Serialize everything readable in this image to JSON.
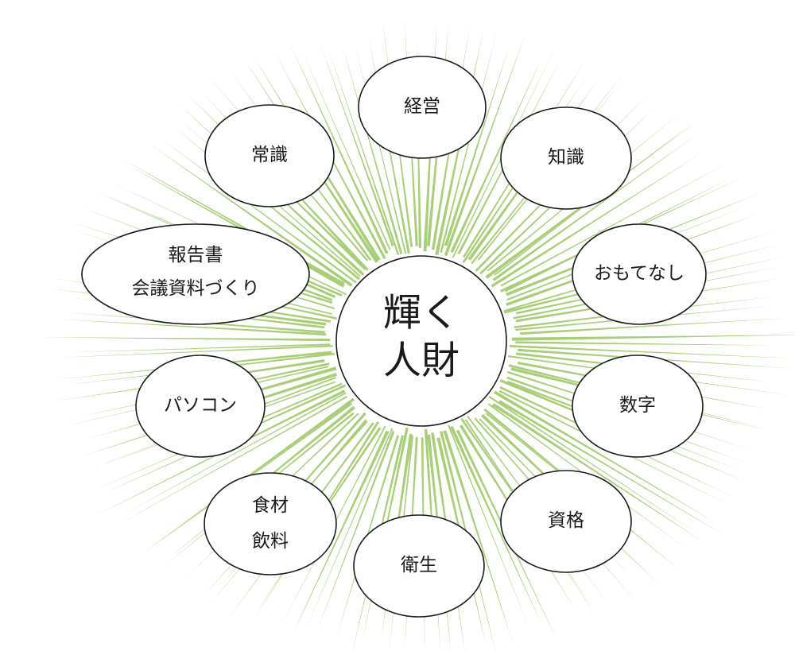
{
  "colors": {
    "rays": "#a8cf78",
    "node_stroke": "#1a1a1a",
    "node_fill": "#ffffff"
  },
  "center": {
    "line1": "輝く",
    "line2": "人財"
  },
  "nodes": {
    "keiei": "経営",
    "chishiki": "知識",
    "omotenashi": "おもてなし",
    "suuji": "数字",
    "shikaku": "資格",
    "eisei": "衛生",
    "shokuzai": {
      "line1": "食材",
      "line2": "飲料"
    },
    "pasokon": "パソコン",
    "houkokusho": {
      "line1": "報告書",
      "line2": "会議資料づくり"
    },
    "joushiki": "常識"
  }
}
